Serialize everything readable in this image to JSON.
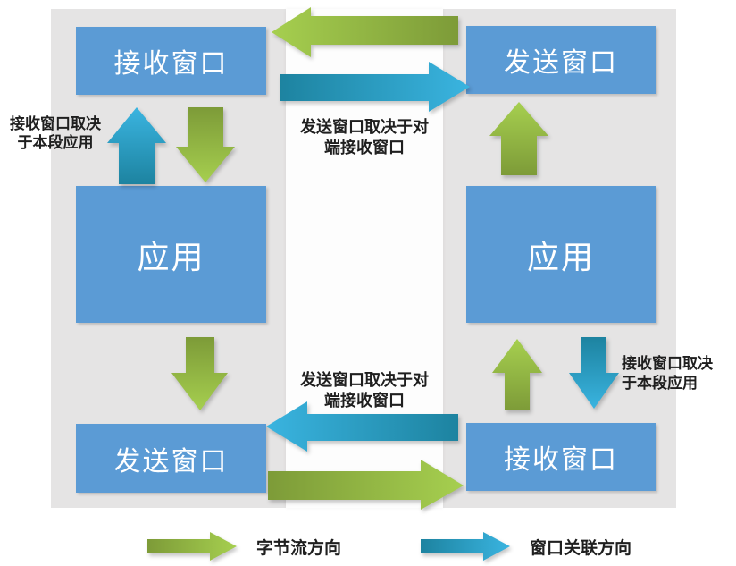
{
  "colors": {
    "panel_gray": "#e5e4e4",
    "box_blue": "#5b9bd5",
    "green_dark": "#7d9b38",
    "green_light": "#a6cf4f",
    "cyan_dark": "#1d83a0",
    "cyan_light": "#3ab4e0",
    "note_text": "#1f1f1f"
  },
  "diagram": {
    "left_host": {
      "receive_window_label": "接收窗口",
      "app_label": "应用",
      "send_window_label": "发送窗口"
    },
    "right_host": {
      "send_window_label": "发送窗口",
      "app_label": "应用",
      "receive_window_label": "接收窗口"
    },
    "notes": {
      "left": "接收窗口取决\n于本段应用",
      "top_middle": "发送窗口取决于对\n端接收窗口",
      "bottom_middle": "发送窗口取决于对\n端接收窗口",
      "right": "接收窗口取决\n于本段应用"
    },
    "legend": {
      "byte_stream_label": "字节流方向",
      "window_assoc_label": "窗口关联方向"
    }
  }
}
